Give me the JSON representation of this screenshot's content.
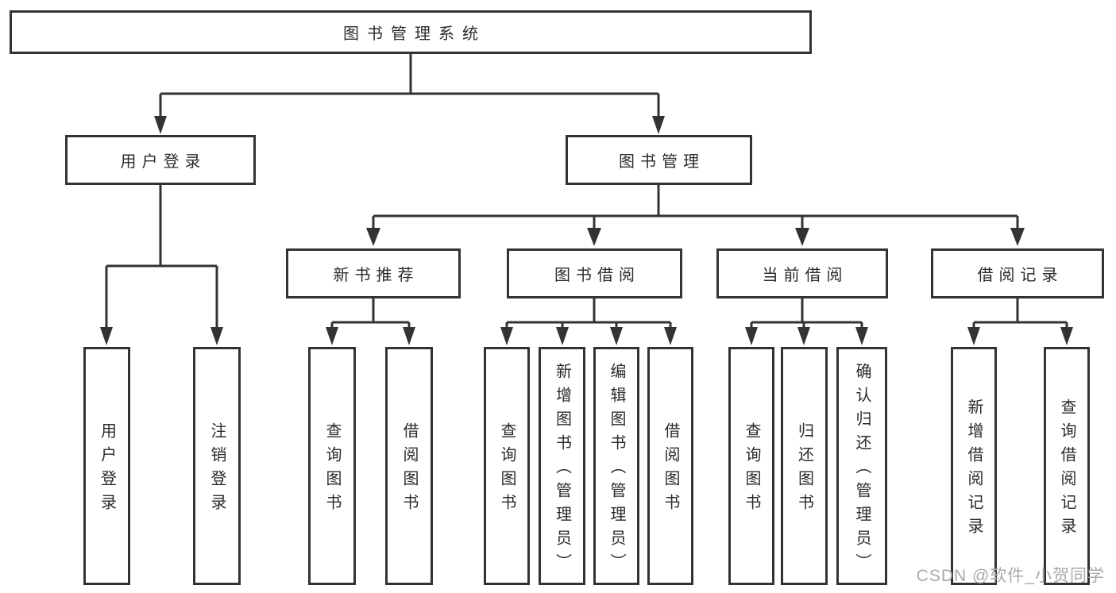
{
  "diagram": {
    "root": {
      "label": "图书管理系统"
    },
    "level2": [
      {
        "label": "用户登录"
      },
      {
        "label": "图书管理"
      }
    ],
    "level3": [
      {
        "label": "新书推荐",
        "parent": "图书管理"
      },
      {
        "label": "图书借阅",
        "parent": "图书管理"
      },
      {
        "label": "当前借阅",
        "parent": "图书管理"
      },
      {
        "label": "借阅记录",
        "parent": "图书管理"
      }
    ],
    "level4": [
      {
        "label": "用户登录",
        "parent": "用户登录"
      },
      {
        "label": "注销登录",
        "parent": "用户登录"
      },
      {
        "label": "查询图书",
        "parent": "新书推荐"
      },
      {
        "label": "借阅图书",
        "parent": "新书推荐"
      },
      {
        "label": "查询图书",
        "parent": "图书借阅"
      },
      {
        "label": "新增图书（管理员）",
        "parent": "图书借阅"
      },
      {
        "label": "编辑图书（管理员）",
        "parent": "图书借阅"
      },
      {
        "label": "借阅图书",
        "parent": "图书借阅"
      },
      {
        "label": "查询图书",
        "parent": "当前借阅"
      },
      {
        "label": "归还图书",
        "parent": "当前借阅"
      },
      {
        "label": "确认归还（管理员）",
        "parent": "当前借阅"
      },
      {
        "label": "新增借阅记录",
        "parent": "借阅记录"
      },
      {
        "label": "查询借阅记录",
        "parent": "借阅记录"
      }
    ],
    "colors": {
      "line": "#333333",
      "text": "#2b2b2b",
      "box_fill": "#ffffff",
      "watermark": "#a9a9a9"
    }
  },
  "watermark": {
    "text": "CSDN @软件_小贺同学"
  }
}
